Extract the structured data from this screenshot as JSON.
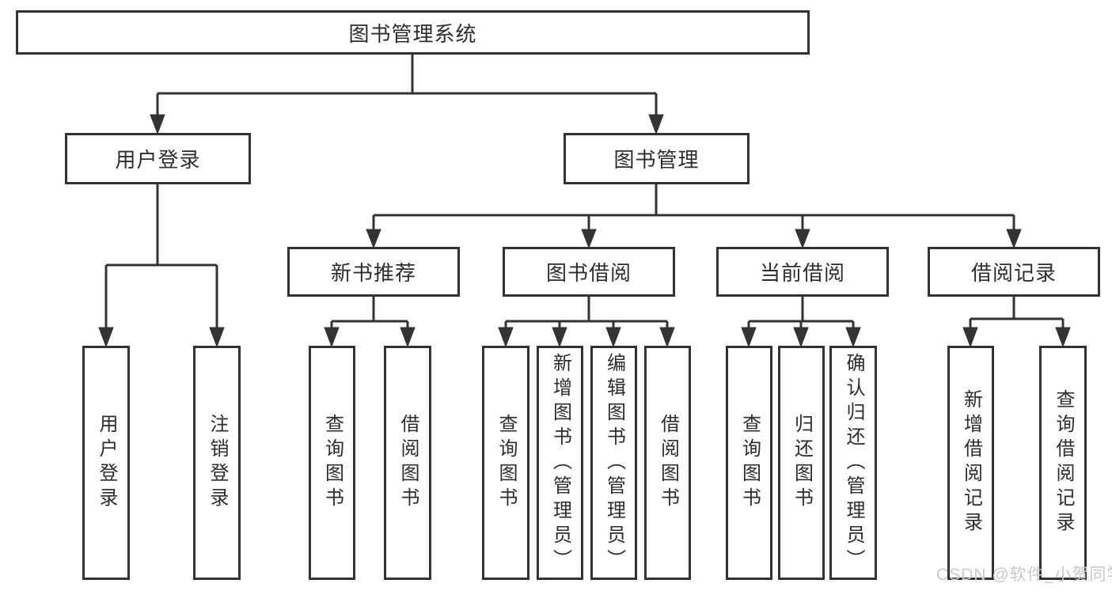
{
  "colors": {
    "line": "#333333",
    "box_border": "#333333",
    "text": "#2d2d2d",
    "background": "#ffffff",
    "watermark_text": "#c9c9c9"
  },
  "watermark": "CSDN @软件_小贺同学",
  "tree": {
    "root": "图书管理系统",
    "branches": [
      {
        "label": "用户登录",
        "children": [
          "用户登录",
          "注销登录"
        ]
      },
      {
        "label": "图书管理",
        "sections": [
          {
            "label": "新书推荐",
            "children": [
              "查询图书",
              "借阅图书"
            ]
          },
          {
            "label": "图书借阅",
            "children": [
              "查询图书",
              "新增图书（管理员）",
              "编辑图书（管理员）",
              "借阅图书"
            ]
          },
          {
            "label": "当前借阅",
            "children": [
              "查询图书",
              "归还图书",
              "确认归还（管理员）"
            ]
          },
          {
            "label": "借阅记录",
            "children": [
              "新增借阅记录",
              "查询借阅记录"
            ]
          }
        ]
      }
    ]
  }
}
